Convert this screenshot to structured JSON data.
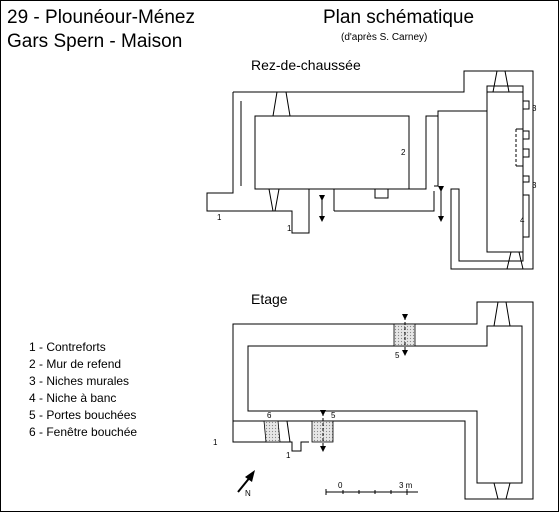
{
  "header": {
    "title_line1": "29 - Plounéour-Ménez",
    "title_line2": "Gars Spern - Maison",
    "plan_title": "Plan schématique",
    "credit": "(d'après S. Carney)"
  },
  "floors": {
    "ground": "Rez-de-chaussée",
    "upper": "Etage"
  },
  "legend": [
    "1 - Contreforts",
    "2 - Mur de refend",
    "3 - Niches murales",
    "4 - Niche à banc",
    "5 - Portes bouchées",
    "6 - Fenêtre bouchée"
  ],
  "markers": {
    "m1": "1",
    "m2": "2",
    "m3": "3",
    "m4": "4",
    "m5": "5",
    "m6": "6"
  },
  "scale": {
    "start": "0",
    "end": "3 m"
  },
  "compass": {
    "north": "N"
  }
}
